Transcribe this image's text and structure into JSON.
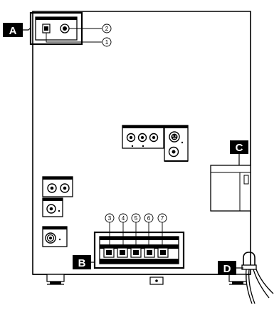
{
  "labels": {
    "A": "A",
    "B": "B",
    "C": "C",
    "D": "D"
  },
  "callouts": {
    "c1": "1",
    "c2": "2",
    "c3": "3",
    "c4": "4",
    "c5": "5",
    "c6": "6",
    "c7": "7"
  }
}
